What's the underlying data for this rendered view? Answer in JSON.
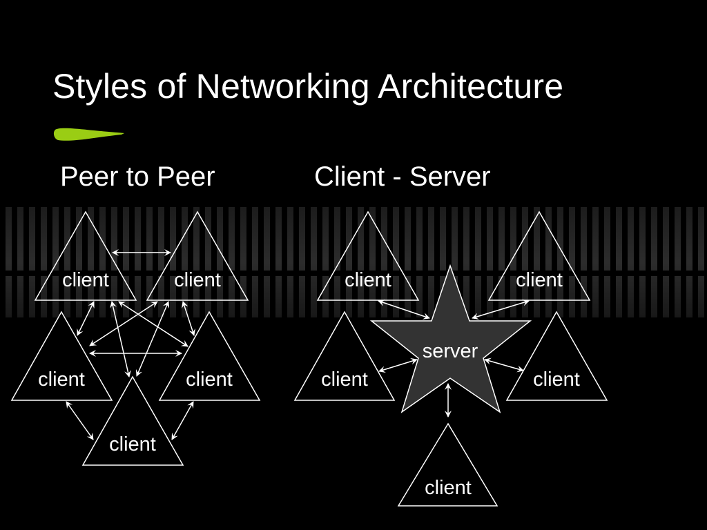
{
  "slide": {
    "title": "Styles of Networking Architecture",
    "accent_color": "#9acd14",
    "background_color": "#000000"
  },
  "sections": {
    "peer_to_peer": {
      "heading": "Peer to Peer",
      "nodes": [
        {
          "id": "p1",
          "label": "client"
        },
        {
          "id": "p2",
          "label": "client"
        },
        {
          "id": "p3",
          "label": "client"
        },
        {
          "id": "p4",
          "label": "client"
        },
        {
          "id": "p5",
          "label": "client"
        }
      ],
      "links": [
        [
          "p1",
          "p2"
        ],
        [
          "p1",
          "p3"
        ],
        [
          "p2",
          "p4"
        ],
        [
          "p2",
          "p3"
        ],
        [
          "p1",
          "p4"
        ],
        [
          "p3",
          "p4"
        ],
        [
          "p1",
          "p5"
        ],
        [
          "p2",
          "p5"
        ],
        [
          "p3",
          "p5"
        ],
        [
          "p4",
          "p5"
        ]
      ]
    },
    "client_server": {
      "heading": "Client - Server",
      "server": {
        "id": "s",
        "label": "server",
        "fill": "#333333"
      },
      "nodes": [
        {
          "id": "c1",
          "label": "client"
        },
        {
          "id": "c2",
          "label": "client"
        },
        {
          "id": "c3",
          "label": "client"
        },
        {
          "id": "c4",
          "label": "client"
        },
        {
          "id": "c5",
          "label": "client"
        }
      ],
      "links": [
        [
          "c1",
          "s"
        ],
        [
          "c2",
          "s"
        ],
        [
          "c3",
          "s"
        ],
        [
          "c4",
          "s"
        ],
        [
          "c5",
          "s"
        ]
      ]
    }
  }
}
